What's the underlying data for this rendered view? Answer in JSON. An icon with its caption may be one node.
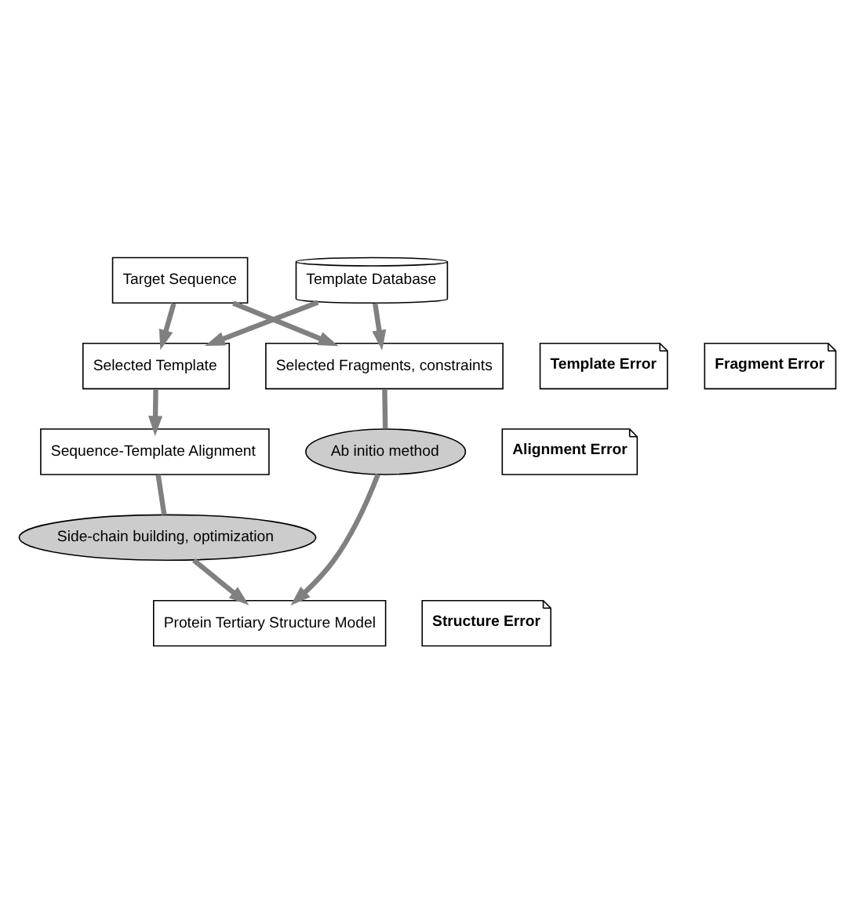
{
  "diagram": {
    "nodes": [
      {
        "text": [
          "Target Sequence"
        ]
      },
      {
        "text": [
          "Template Database"
        ]
      },
      {
        "text": [
          "Selected Template"
        ]
      },
      {
        "text": [
          "Template Error"
        ]
      },
      {
        "text": [
          "Selected Fragments, constraints"
        ]
      },
      {
        "text": [
          "Fragment Error"
        ]
      },
      {
        "text": [
          "Sequence-Template Alignment"
        ]
      },
      {
        "text": [
          "Alignment Error"
        ]
      },
      {
        "text": [
          "Side-chain building, optimization"
        ]
      },
      {
        "text": [
          "Ab initio method"
        ]
      },
      {
        "text": [
          "Protein Tertiary Structure Model"
        ]
      },
      {
        "text": [
          "Structure Error"
        ]
      }
    ],
    "edges": [
      {
        "from": 0,
        "to": 2,
        "arrow": "to"
      },
      {
        "from": 0,
        "to": 4,
        "arrow": "to"
      },
      {
        "from": 1,
        "to": 2,
        "arrow": "to"
      },
      {
        "from": 1,
        "to": 4,
        "arrow": "to"
      },
      {
        "from": 2,
        "to": 6,
        "arrow": "to"
      },
      {
        "from": 6,
        "to": 8,
        "arrow": "none"
      },
      {
        "from": 8,
        "to": 10,
        "arrow": "to"
      },
      {
        "from": 4,
        "to": 9,
        "arrow": "none"
      },
      {
        "from": 9,
        "to": 10,
        "arrow": "to"
      }
    ]
  }
}
